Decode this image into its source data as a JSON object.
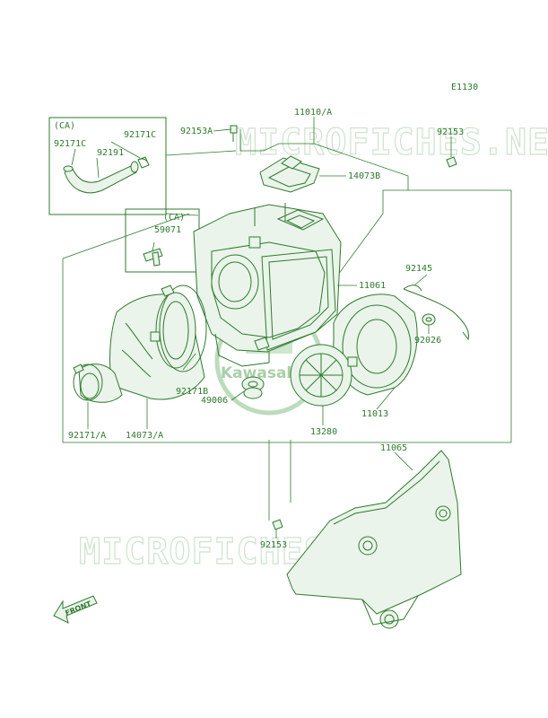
{
  "diagram_code": "E1130",
  "watermark": "MICROFICHES.NET",
  "logo": "Kawasaki",
  "front_label": "FRONT",
  "callouts": {
    "p11010": "11010/A",
    "p92153_top": "92153",
    "p92153a": "92153A",
    "p14073b": "14073B",
    "ca1": "(CA)",
    "p92171c_1": "92171C",
    "p92171c_2": "92171C",
    "p92191": "92191",
    "ca2": "(CA)",
    "p59071": "59071",
    "p11061": "11061",
    "p92145": "92145",
    "p92026": "92026",
    "p92171b": "92171B",
    "p49006": "49006",
    "p11013": "11013",
    "p13280": "13280",
    "p92171a": "92171/A",
    "p14073a": "14073/A",
    "p11065": "11065",
    "p92153_bottom": "92153"
  }
}
